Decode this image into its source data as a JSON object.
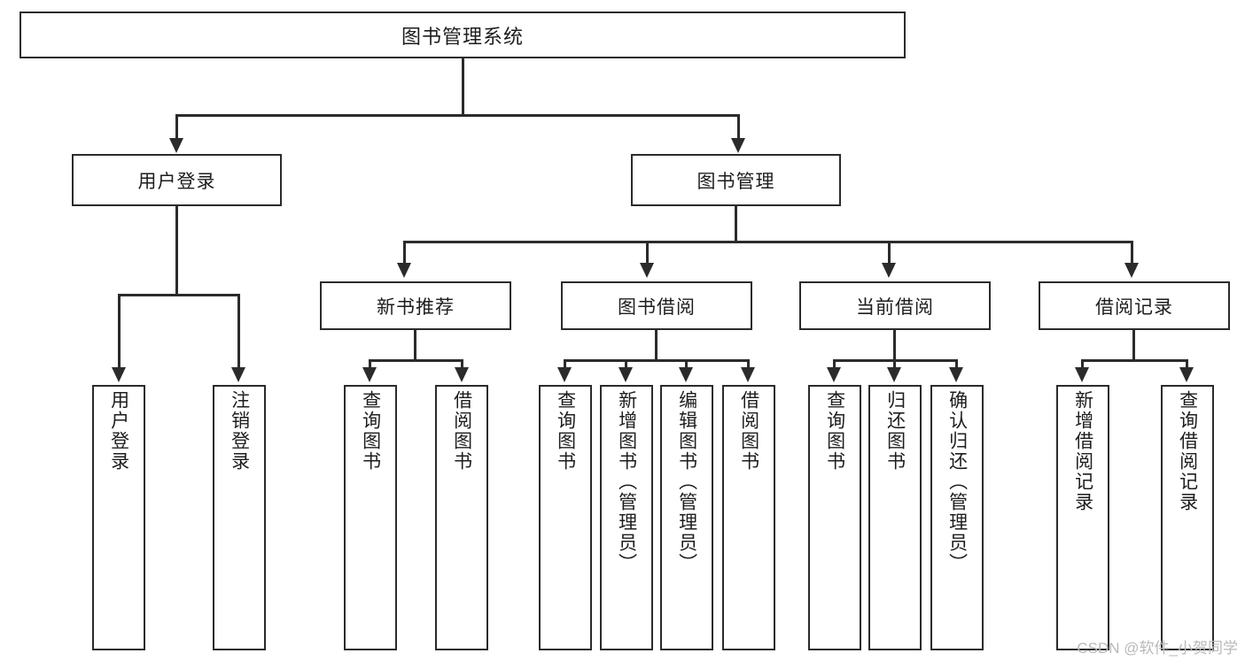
{
  "diagram": {
    "type": "tree-hierarchy",
    "title": "图书管理系统",
    "watermark": "CSDN @软件_小贺同学",
    "colors": {
      "line": "#2b2b2b",
      "box_border": "#2b2b2b",
      "box_fill": "#ffffff",
      "text": "#1d1d1d",
      "watermark": "#b9b9b9",
      "background": "#ffffff"
    },
    "root": {
      "label": "图书管理系统"
    },
    "level2": [
      {
        "id": "user-login",
        "label": "用户登录"
      },
      {
        "id": "book-manage",
        "label": "图书管理"
      }
    ],
    "level3": [
      {
        "id": "new-book-recommend",
        "label": "新书推荐"
      },
      {
        "id": "book-borrow",
        "label": "图书借阅"
      },
      {
        "id": "current-borrow",
        "label": "当前借阅"
      },
      {
        "id": "borrow-record",
        "label": "借阅记录"
      }
    ],
    "leaves": {
      "user_login": [
        {
          "id": "leaf-user-login",
          "label": "用户登录"
        },
        {
          "id": "leaf-logout-login",
          "label": "注销登录"
        }
      ],
      "new_book_recommend": [
        {
          "id": "leaf-query-book-1",
          "label": "查询图书"
        },
        {
          "id": "leaf-borrow-book-1",
          "label": "借阅图书"
        }
      ],
      "book_borrow": [
        {
          "id": "leaf-query-book-2",
          "label": "查询图书"
        },
        {
          "id": "leaf-add-book",
          "label": "新增图书（管理员）"
        },
        {
          "id": "leaf-edit-book",
          "label": "编辑图书（管理员）"
        },
        {
          "id": "leaf-borrow-book-2",
          "label": "借阅图书"
        }
      ],
      "current_borrow": [
        {
          "id": "leaf-query-book-3",
          "label": "查询图书"
        },
        {
          "id": "leaf-return-book",
          "label": "归还图书"
        },
        {
          "id": "leaf-confirm-return",
          "label": "确认归还（管理员）"
        }
      ],
      "borrow_record": [
        {
          "id": "leaf-add-record",
          "label": "新增借阅记录"
        },
        {
          "id": "leaf-query-record",
          "label": "查询借阅记录"
        }
      ]
    }
  }
}
